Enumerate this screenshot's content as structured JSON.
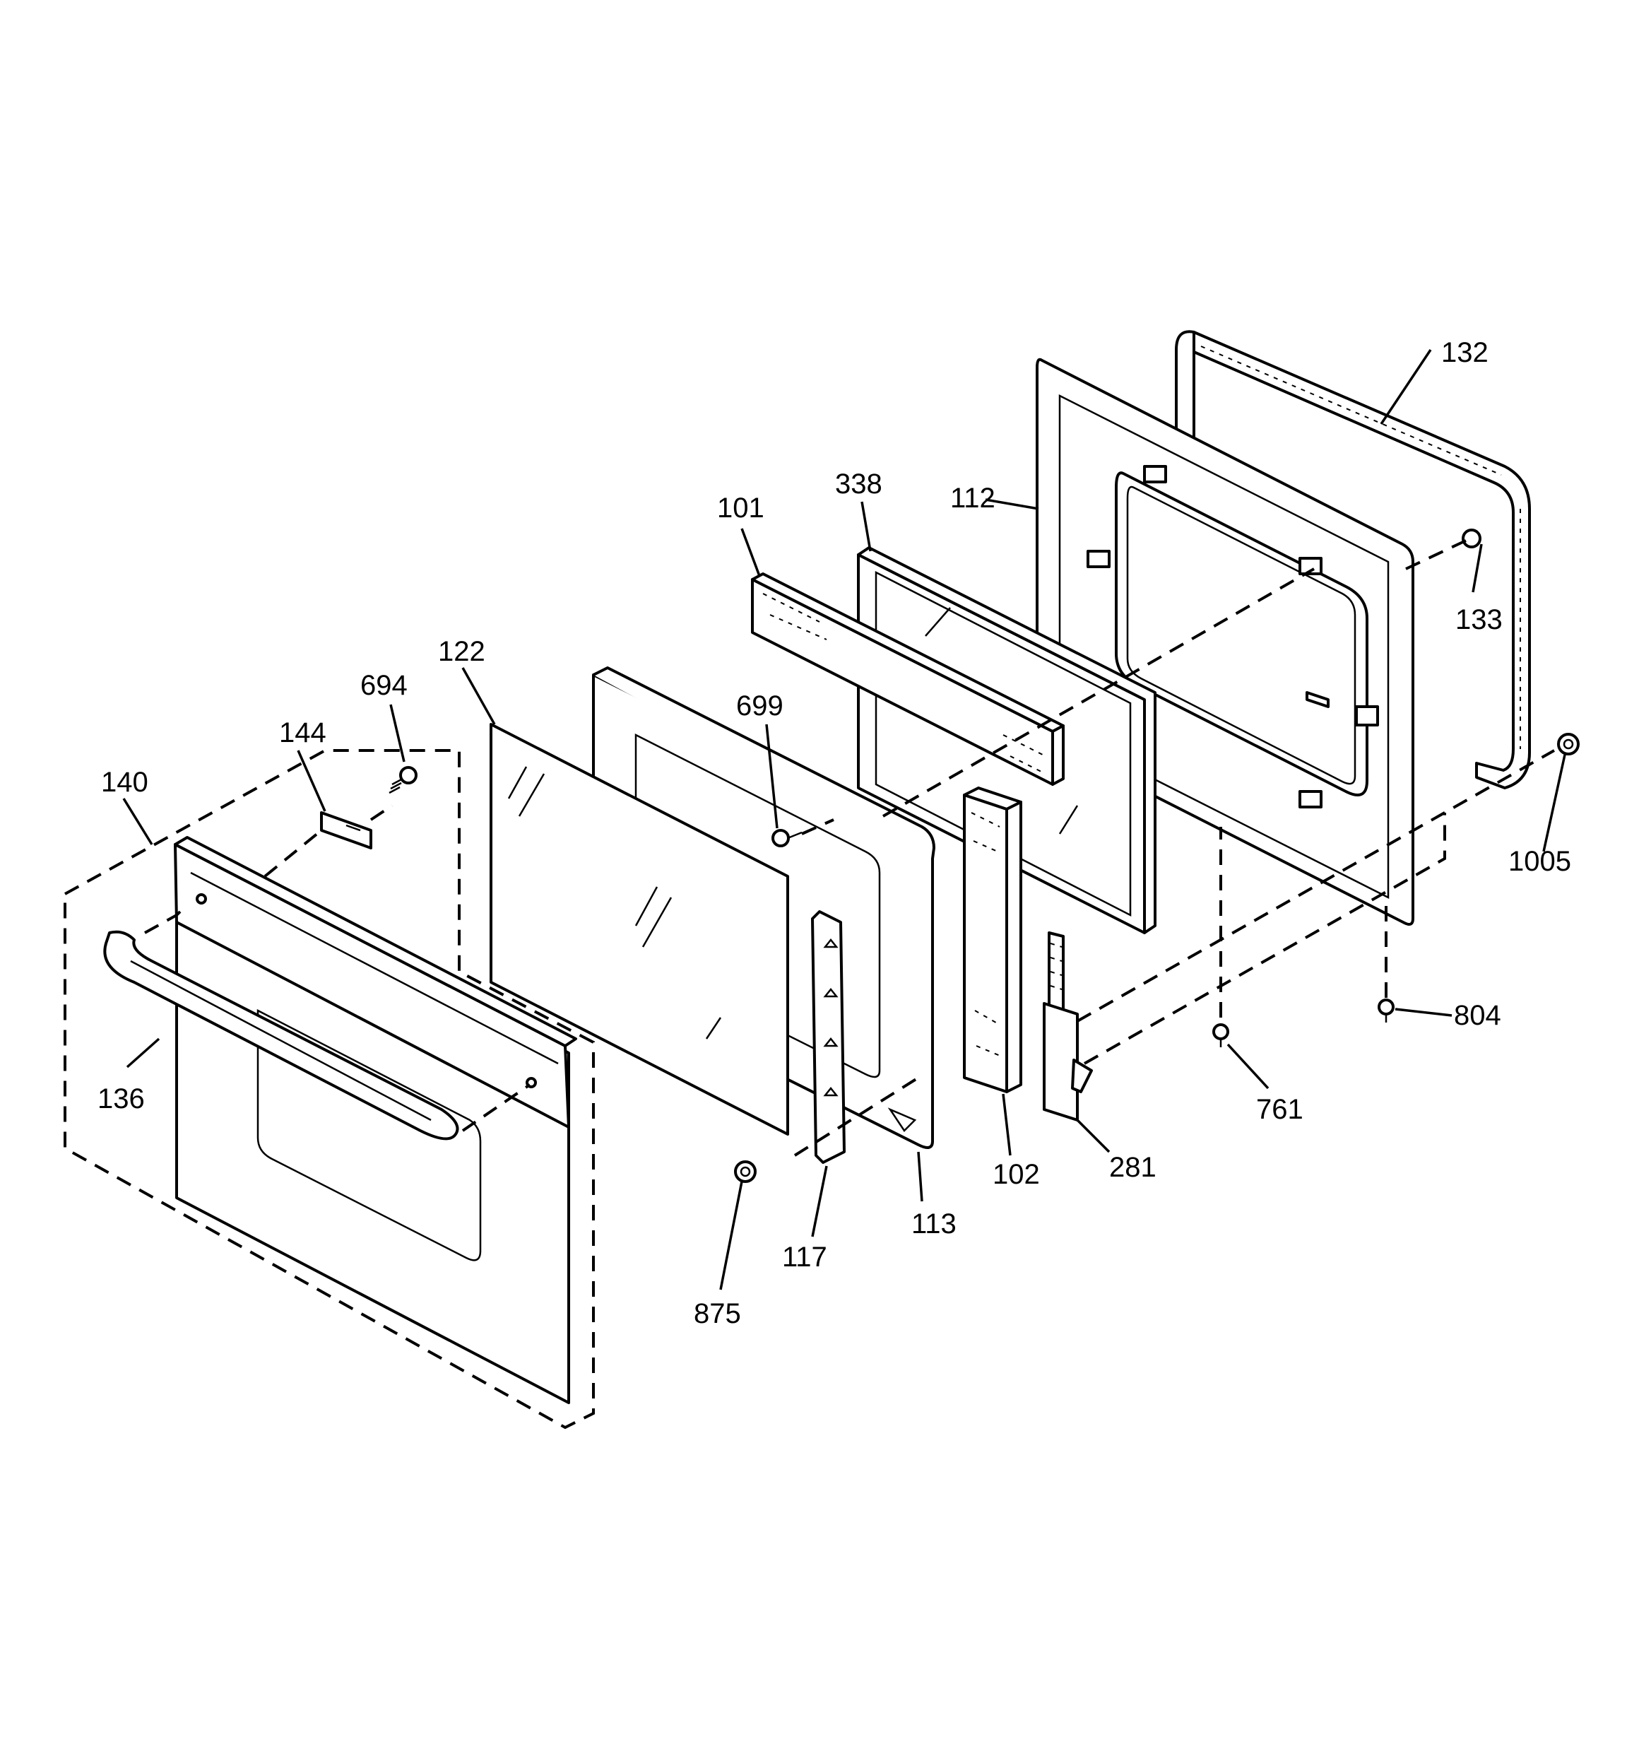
{
  "callouts": {
    "c132": "132",
    "c133": "133",
    "c112": "112",
    "c338": "338",
    "c101": "101",
    "c694": "694",
    "c122": "122",
    "c699": "699",
    "c144": "144",
    "c140": "140",
    "c1005": "1005",
    "c804": "804",
    "c761": "761",
    "c281": "281",
    "c102": "102",
    "c113": "113",
    "c117": "117",
    "c875": "875",
    "c136": "136"
  }
}
